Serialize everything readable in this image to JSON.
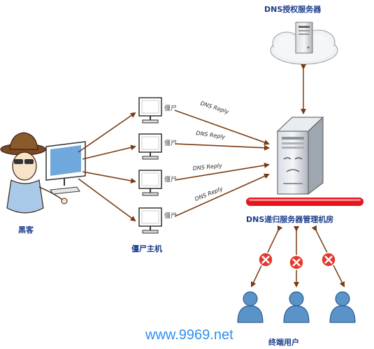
{
  "labels": {
    "dns_authoritative_server": "DNS授权服务器",
    "dns_recursive_server": "DNS递归服务器管理机房",
    "attacker": "黑客",
    "zombie_hosts": "僵尸主机",
    "end_users": "终端用户",
    "zombie_tag": "僵尸"
  },
  "replies": [
    "DNS Reply",
    "DNS Reply",
    "DNS Reply",
    "DNS Reply"
  ],
  "watermark": "www.9969.net",
  "colors": {
    "arrow": "#7a3b12",
    "label": "#1b3d8a",
    "redbar": "#e8141c",
    "block": "#e23a2e",
    "user": "#5a93c8",
    "watermark": "#2f8ff0"
  }
}
